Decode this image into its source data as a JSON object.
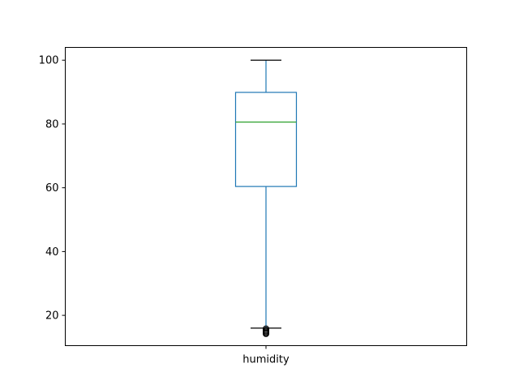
{
  "chart_data": {
    "type": "box",
    "title": "",
    "xlabel": "",
    "ylabel": "",
    "categories": [
      "humidity"
    ],
    "ylim": [
      10.5,
      104
    ],
    "yticks": [
      20,
      40,
      60,
      80,
      100
    ],
    "grid": false,
    "legend": "none",
    "boxes": [
      {
        "label": "humidity",
        "whisker_low": 16,
        "q1": 60.4,
        "median": 80.6,
        "q3": 89.9,
        "whisker_high": 100,
        "outliers": [
          15.8,
          15.4,
          15.1,
          14.8,
          14.5,
          14.2
        ]
      }
    ],
    "colors": {
      "box": "#1f77b4",
      "median": "#2ca02c",
      "whisker": "#1f77b4",
      "cap": "#000000",
      "outlier_edge": "#000000"
    }
  }
}
